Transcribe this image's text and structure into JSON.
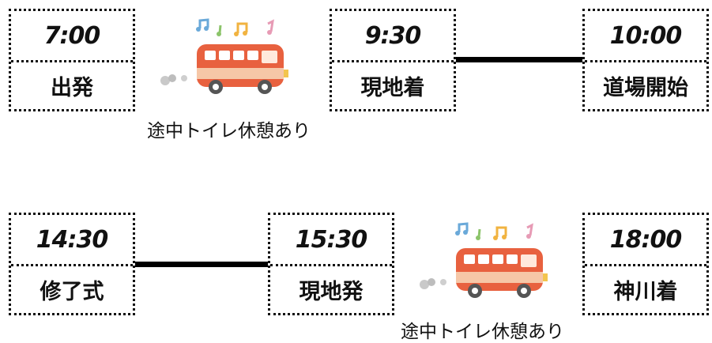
{
  "row1": {
    "depart": {
      "time": "7:00",
      "label": "出発"
    },
    "arrive_site": {
      "time": "9:30",
      "label": "現地着"
    },
    "dojo_start": {
      "time": "10:00",
      "label": "道場開始"
    },
    "note": "途中トイレ休憩あり"
  },
  "row2": {
    "closing": {
      "time": "14:30",
      "label": "修了式"
    },
    "depart_site": {
      "time": "15:30",
      "label": "現地発"
    },
    "arrive_kamikawa": {
      "time": "18:00",
      "label": "神川着"
    },
    "note": "途中トイレ休憩あり"
  },
  "icons": {
    "bus": "bus-icon",
    "music_notes": "music-notes-icon",
    "exhaust": "exhaust-puff-icon"
  },
  "colors": {
    "bus_body": "#e8613f",
    "bus_stripe": "#f6c7a7",
    "window": "#ffffff",
    "line": "#000000"
  }
}
